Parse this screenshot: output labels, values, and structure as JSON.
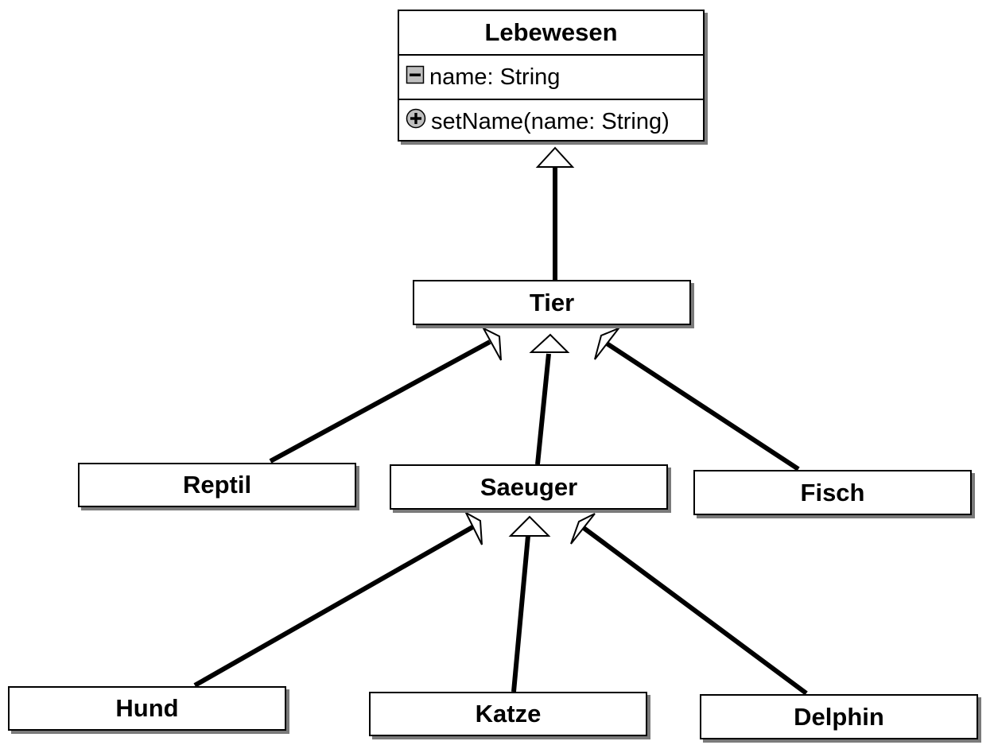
{
  "diagram": {
    "classes": {
      "lebewesen": {
        "name": "Lebewesen",
        "attribute": {
          "visibility_icon": "private-minus-icon",
          "text": "name: String"
        },
        "operation": {
          "visibility_icon": "public-plus-icon",
          "text": "setName(name: String)"
        }
      },
      "tier": {
        "name": "Tier"
      },
      "reptil": {
        "name": "Reptil"
      },
      "saeuger": {
        "name": "Saeuger"
      },
      "fisch": {
        "name": "Fisch"
      },
      "hund": {
        "name": "Hund"
      },
      "katze": {
        "name": "Katze"
      },
      "delphin": {
        "name": "Delphin"
      }
    },
    "generalizations": [
      {
        "from": "Tier",
        "to": "Lebewesen"
      },
      {
        "from": "Reptil",
        "to": "Tier"
      },
      {
        "from": "Saeuger",
        "to": "Tier"
      },
      {
        "from": "Fisch",
        "to": "Tier"
      },
      {
        "from": "Hund",
        "to": "Saeuger"
      },
      {
        "from": "Katze",
        "to": "Saeuger"
      },
      {
        "from": "Delphin",
        "to": "Saeuger"
      }
    ],
    "colors": {
      "line": "#000000",
      "shadow": "#7a7a7a",
      "background": "#ffffff",
      "icon_fill": "#bfbfbf"
    }
  }
}
